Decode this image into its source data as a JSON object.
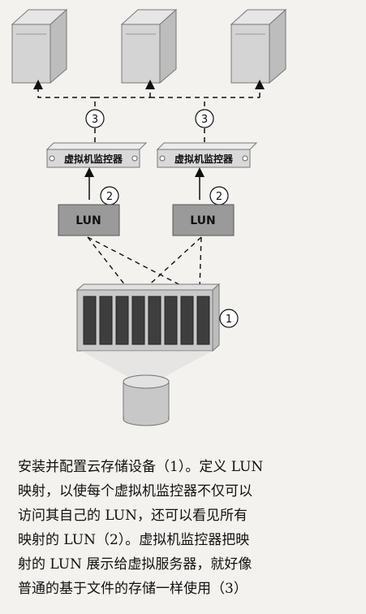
{
  "labels": {
    "hypervisor_left": "虚拟机监控器",
    "hypervisor_right": "虚拟机监控器",
    "lun_left": "LUN",
    "lun_right": "LUN",
    "callout_1": "1",
    "callout_2_left": "2",
    "callout_2_right": "2",
    "callout_3_left": "3",
    "callout_3_right": "3"
  },
  "caption_lines": [
    "安装并配置云存储设备（1）。定义 LUN",
    "映射，以使每个虚拟机监控器不仅可以",
    "访问其自己的 LUN，还可以看见所有",
    "映射的 LUN（2）。虚拟机监控器把映",
    "射的 LUN 展示给虚拟服务器，就好像",
    "普通的基于文件的存储一样使用（3）"
  ]
}
